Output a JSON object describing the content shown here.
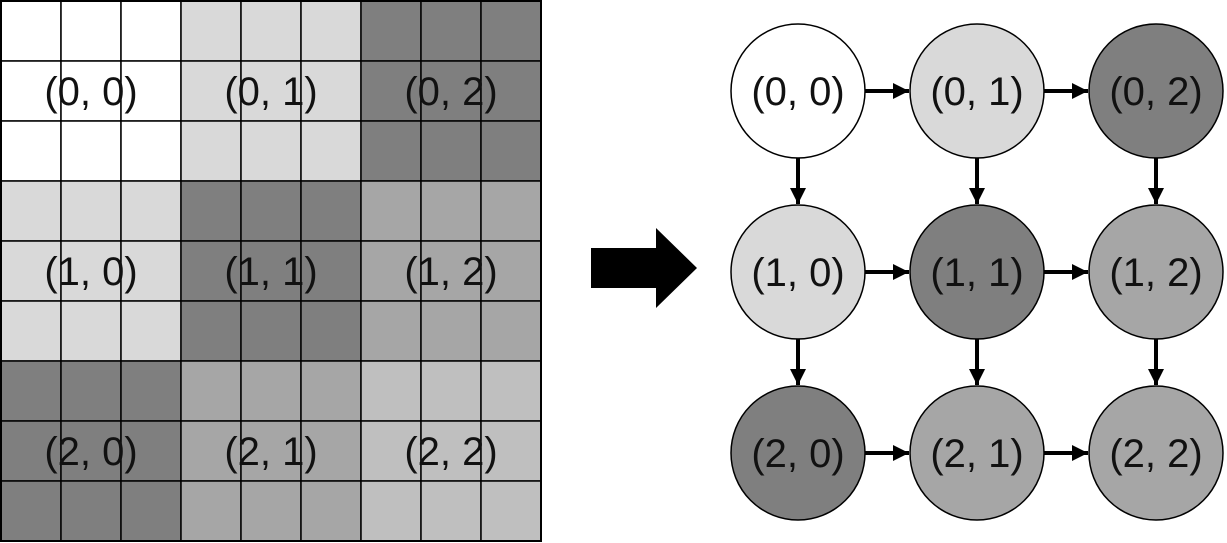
{
  "colors": {
    "shade_0": "#ffffff",
    "shade_1": "#d9d9d9",
    "shade_2": "#7f7f7f",
    "shade_3": "#a6a6a6",
    "shade_4": "#bfbfbf",
    "line": "#000000"
  },
  "grid": {
    "blocks": [
      {
        "label": "(0, 0)",
        "shade": "shade_0"
      },
      {
        "label": "(0, 1)",
        "shade": "shade_1"
      },
      {
        "label": "(0, 2)",
        "shade": "shade_2"
      },
      {
        "label": "(1, 0)",
        "shade": "shade_1"
      },
      {
        "label": "(1, 1)",
        "shade": "shade_2"
      },
      {
        "label": "(1, 2)",
        "shade": "shade_3"
      },
      {
        "label": "(2, 0)",
        "shade": "shade_2"
      },
      {
        "label": "(2, 1)",
        "shade": "shade_3"
      },
      {
        "label": "(2, 2)",
        "shade": "shade_4"
      }
    ]
  },
  "graph": {
    "nodes": [
      {
        "label": "(0, 0)",
        "shade": "shade_0"
      },
      {
        "label": "(0, 1)",
        "shade": "shade_1"
      },
      {
        "label": "(0, 2)",
        "shade": "shade_2"
      },
      {
        "label": "(1, 0)",
        "shade": "shade_1"
      },
      {
        "label": "(1, 1)",
        "shade": "shade_2"
      },
      {
        "label": "(1, 2)",
        "shade": "shade_3"
      },
      {
        "label": "(2, 0)",
        "shade": "shade_2"
      },
      {
        "label": "(2, 1)",
        "shade": "shade_3"
      },
      {
        "label": "(2, 2)",
        "shade": "shade_3"
      }
    ],
    "edges": [
      [
        "(0, 0)",
        "(0, 1)"
      ],
      [
        "(0, 1)",
        "(0, 2)"
      ],
      [
        "(1, 0)",
        "(1, 1)"
      ],
      [
        "(1, 1)",
        "(1, 2)"
      ],
      [
        "(2, 0)",
        "(2, 1)"
      ],
      [
        "(2, 1)",
        "(2, 2)"
      ],
      [
        "(0, 0)",
        "(1, 0)"
      ],
      [
        "(0, 1)",
        "(1, 1)"
      ],
      [
        "(0, 2)",
        "(1, 2)"
      ],
      [
        "(1, 0)",
        "(2, 0)"
      ],
      [
        "(1, 1)",
        "(2, 1)"
      ],
      [
        "(1, 2)",
        "(2, 2)"
      ]
    ]
  }
}
